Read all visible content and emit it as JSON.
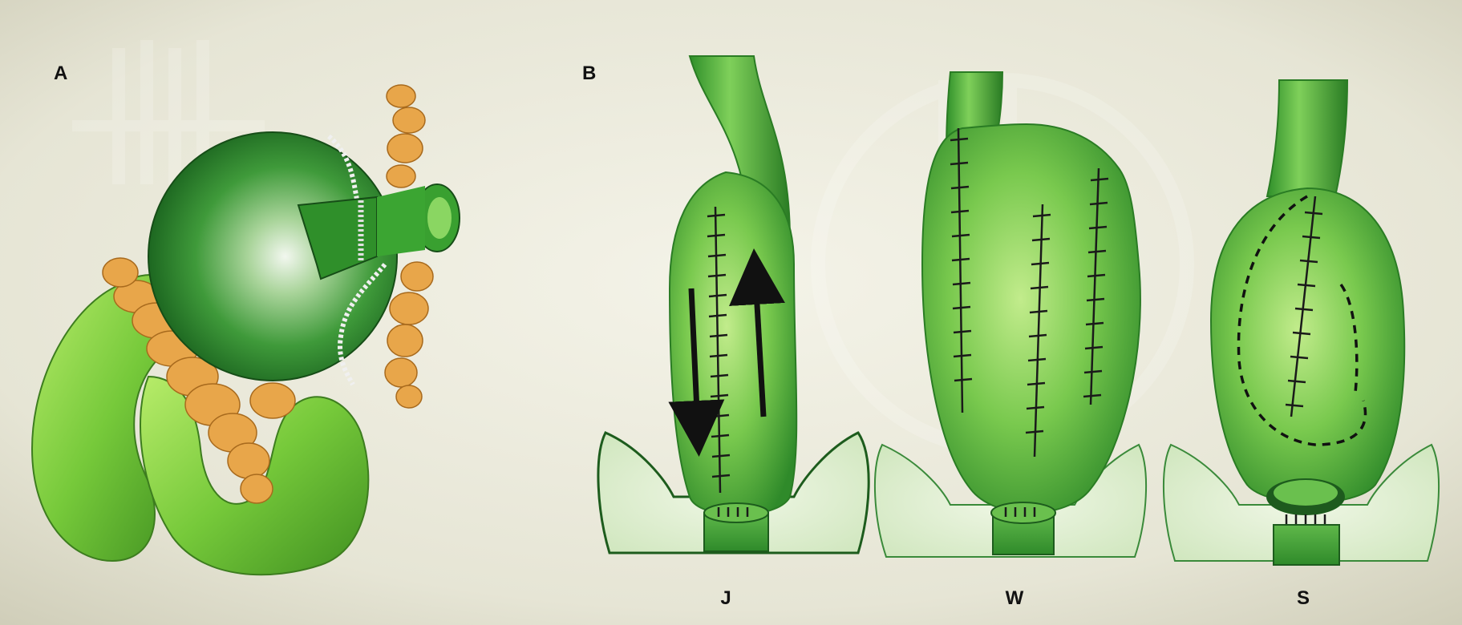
{
  "panels": {
    "a": {
      "label": "A"
    },
    "b": {
      "label": "B"
    }
  },
  "pouches": [
    {
      "label": "J"
    },
    {
      "label": "W"
    },
    {
      "label": "S"
    }
  ],
  "colors": {
    "background": "#e9e8da",
    "bowel_light": "#7ccf4a",
    "bowel_mid": "#3fa830",
    "bowel_dark": "#1d6e1d",
    "fat": "#e8a64a",
    "suture": "#1a1a1a"
  }
}
